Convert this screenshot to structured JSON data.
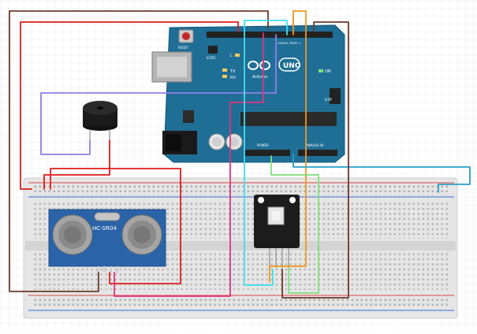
{
  "colors": {
    "background": "#ffffff",
    "grid": "#eceef1",
    "arduino_board": "#1f6e96",
    "arduino_dark": "#15597b",
    "breadboard": "#e6e6e6",
    "rail_red": "#d94545",
    "rail_blue": "#3a6bd8",
    "sensor_board": "#2a63a8",
    "rgb_module": "#1c1c1c",
    "wire_red": "#e01b1b",
    "wire_brown": "#6b3a2a",
    "wire_purple": "#8f7fe8",
    "wire_magenta": "#e0357e",
    "wire_cyan": "#3fe0ef",
    "wire_orange": "#f0961c",
    "wire_green": "#7ee07a",
    "wire_blue": "#2aa0c8"
  },
  "arduino": {
    "logo_text": "UNO",
    "brand": "Arduino",
    "on_label": "ON",
    "tx_label": "TX",
    "rx_label": "RX",
    "power_label": "POWER",
    "analog_label": "ANALOG IN",
    "digital_label": "DIGITAL (PWM~)",
    "reset_label": "RESET",
    "icsp_label": "ICSP",
    "icsp2_label": "ICSP2",
    "l_label": "L"
  },
  "sensor": {
    "model": "HC-SR04"
  },
  "icons": {
    "buzzer": "piezo-buzzer-icon",
    "usb": "usb-port-icon",
    "power_jack": "dc-jack-icon",
    "led": "rgb-led-icon"
  }
}
